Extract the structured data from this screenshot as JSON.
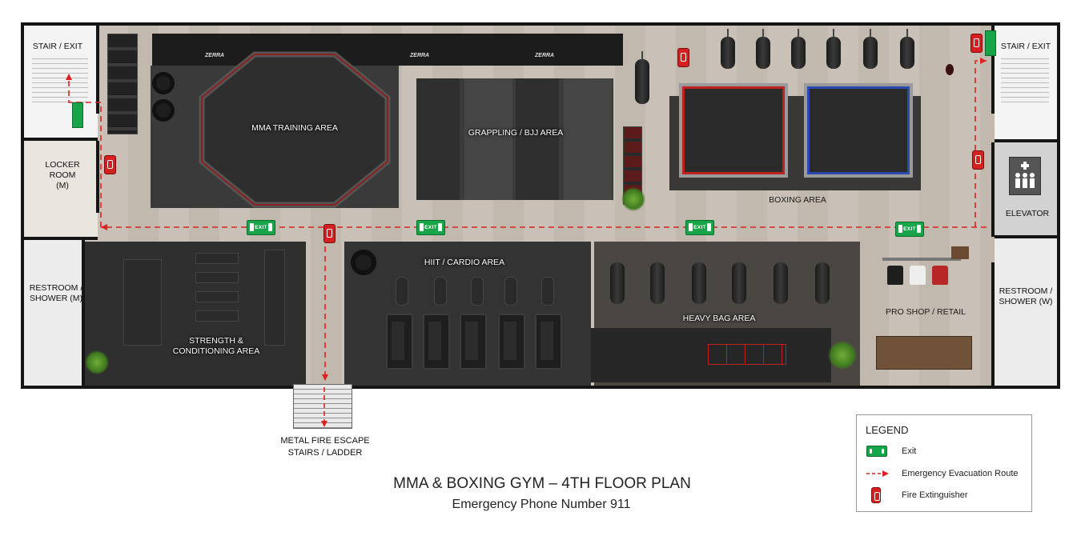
{
  "plan": {
    "title": "MMA & BOXING GYM – 4TH FLOOR PLAN",
    "subtitle": "Emergency Phone Number 911"
  },
  "rooms": {
    "stair_exit_left": "STAIR / EXIT",
    "stair_exit_right": "STAIR / EXIT",
    "locker_room": [
      "LOCKER",
      "ROOM",
      "(M)"
    ],
    "restroom_m": [
      "RESTROOM /",
      "SHOWER (M)"
    ],
    "restroom_w": [
      "RESTROOM /",
      "SHOWER (W)"
    ],
    "elevator": "ELEVATOR",
    "fire_escape": [
      "METAL FIRE ESCAPE",
      "STAIRS / LADDER"
    ]
  },
  "areas": {
    "mma": "MMA TRAINING AREA",
    "grappling": "GRAPPLING / BJJ AREA",
    "boxing": "BOXING AREA",
    "strength": [
      "STRENGTH &",
      "CONDITIONING AREA"
    ],
    "hiit": "HIIT / CARDIO AREA",
    "heavy_bag": "HEAVY BAG AREA",
    "pro_shop": "PRO SHOP / RETAIL"
  },
  "signage": {
    "exit_text": "EXIT",
    "brand": "ZERRA"
  },
  "legend": {
    "title": "LEGEND",
    "items": [
      {
        "label": "Exit",
        "icon": "exit-sign-icon"
      },
      {
        "label": "Emergency Evacuation Route",
        "icon": "evacuation-arrow-icon"
      },
      {
        "label": "Fire Extinguisher",
        "icon": "fire-extinguisher-icon"
      }
    ]
  },
  "colors": {
    "exit_green": "#18a54a",
    "route_red": "#e02020",
    "extinguisher_red": "#d42020",
    "wall": "#151515",
    "floor_wood": "#c8c0b6"
  }
}
